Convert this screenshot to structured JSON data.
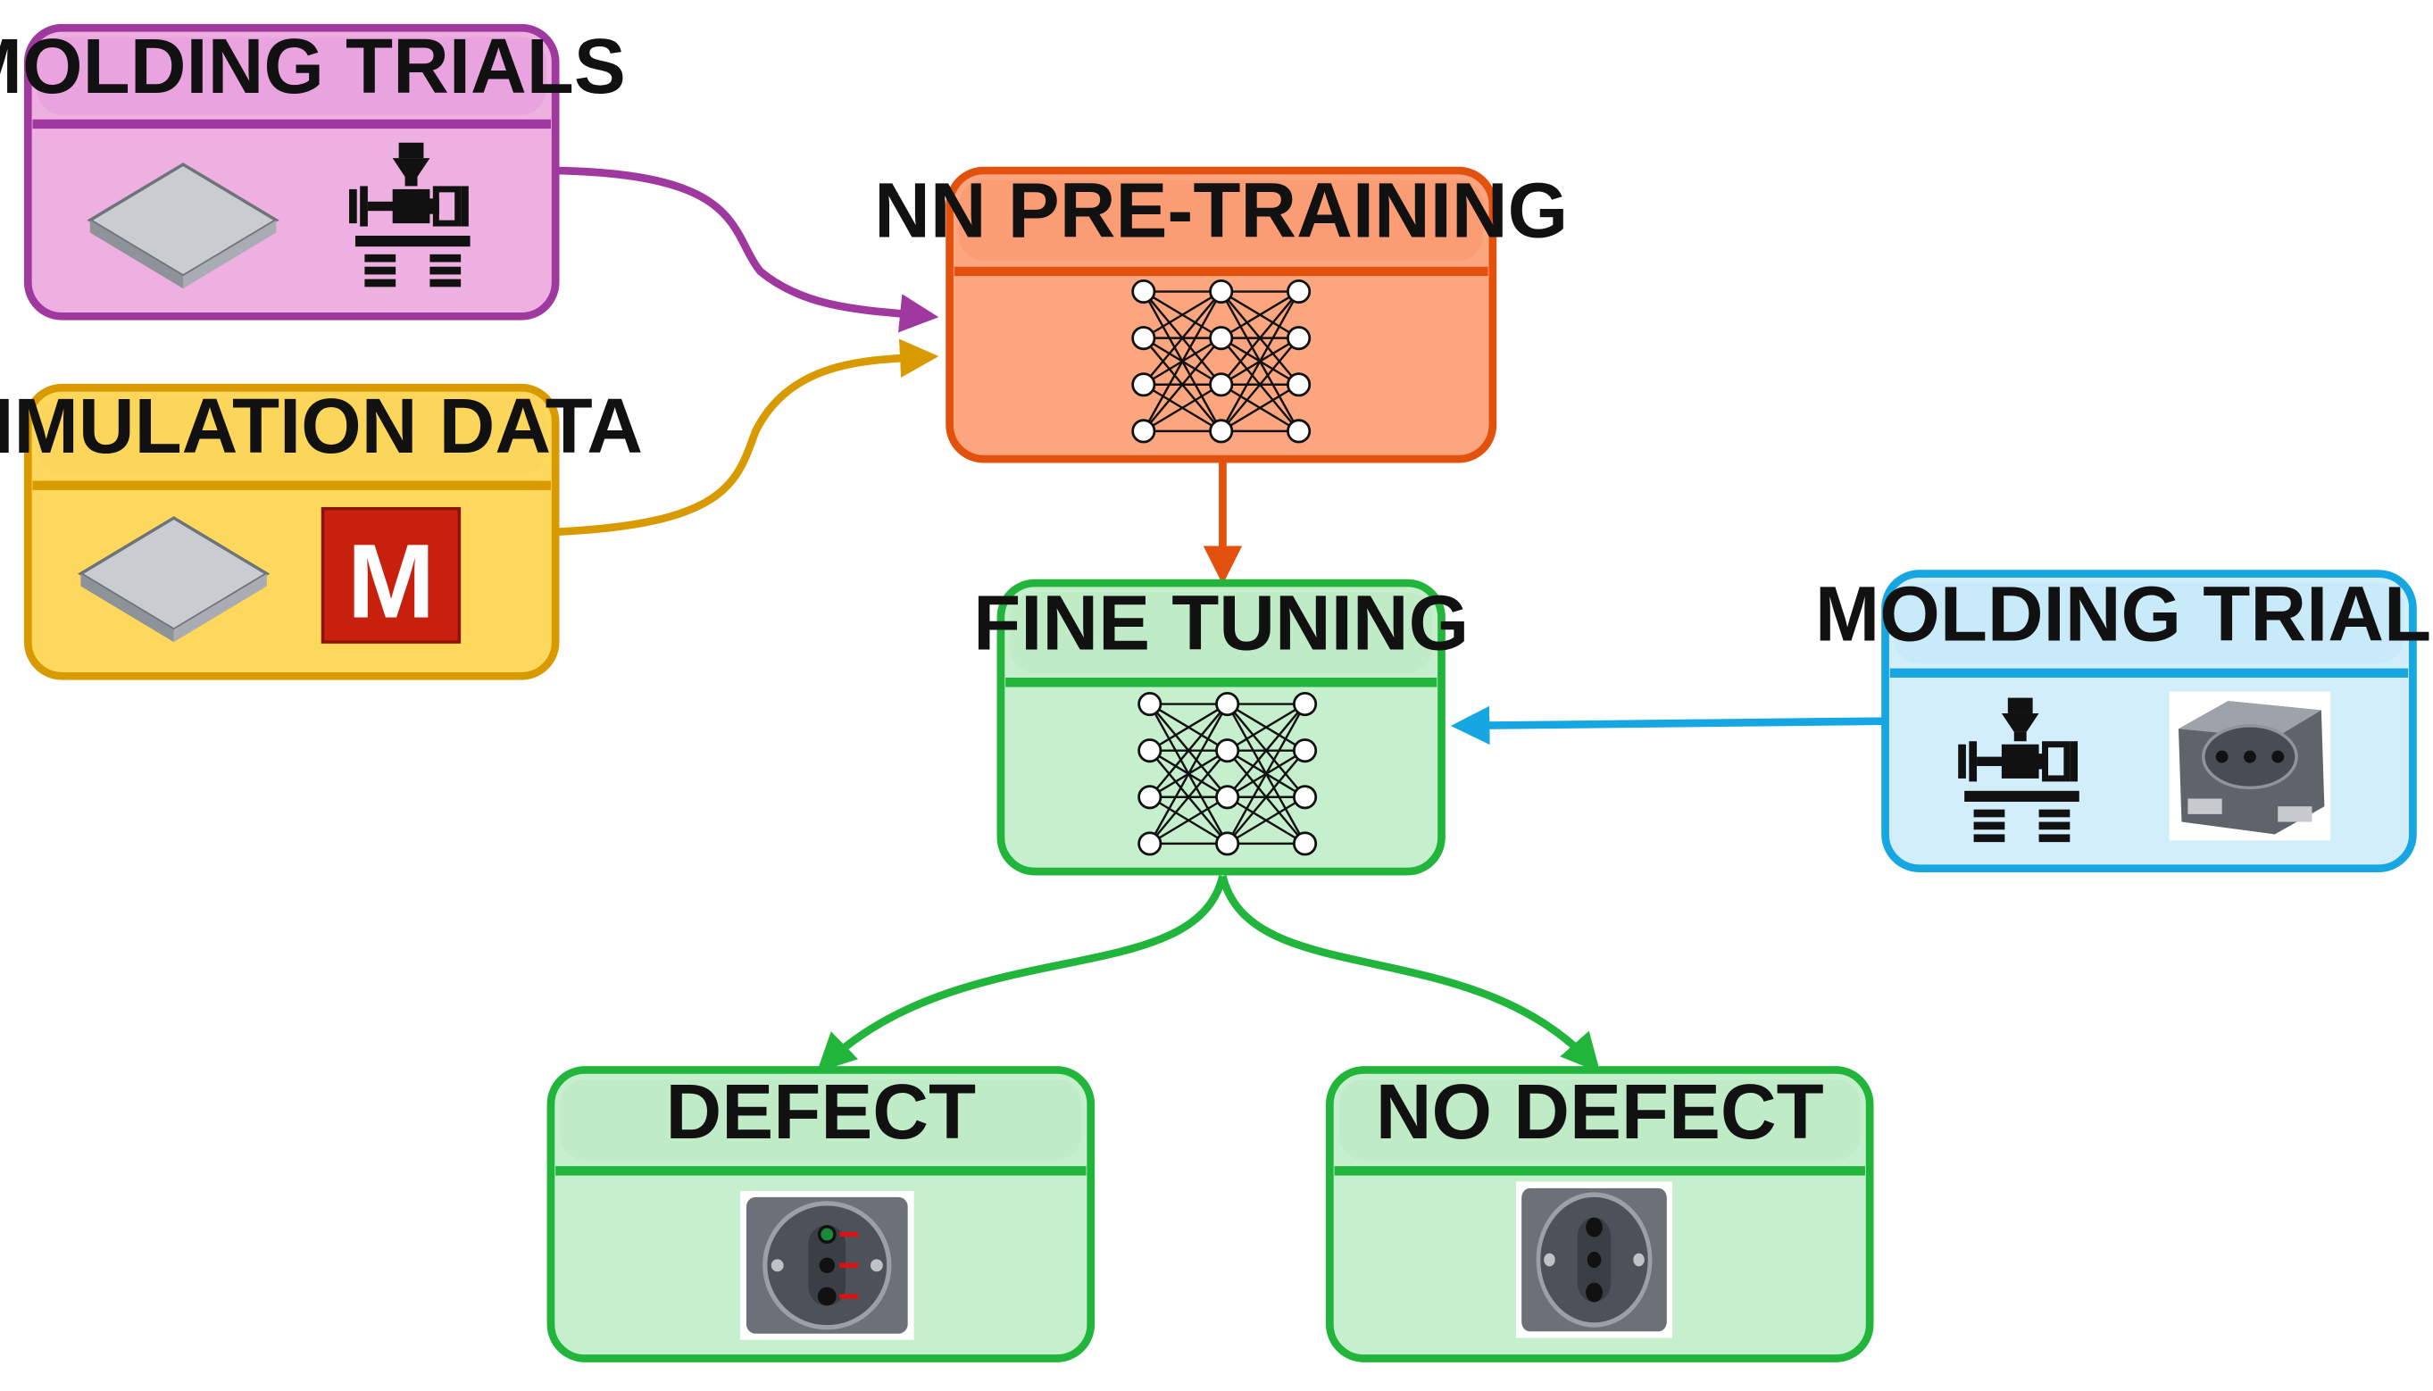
{
  "nodes": {
    "molding_trials_a": {
      "title": "MOLDING TRIALS",
      "icons": [
        "frame-part-icon",
        "injection-machine-icon"
      ]
    },
    "simulation_data": {
      "title": "SIMULATION DATA",
      "icons": [
        "frame-part-icon",
        "moldflow-logo-icon"
      ],
      "logo_letter": "M"
    },
    "nn_pretraining": {
      "title": "NN PRE-TRAINING",
      "icons": [
        "neural-network-icon"
      ]
    },
    "fine_tuning": {
      "title": "FINE TUNING",
      "icons": [
        "neural-network-icon"
      ]
    },
    "molding_trials_b": {
      "title": "MOLDING TRIALS",
      "icons": [
        "injection-machine-icon",
        "socket-part-icon"
      ]
    },
    "defect": {
      "title": "DEFECT",
      "icons": [
        "socket-defect-icon"
      ]
    },
    "no_defect": {
      "title": "NO DEFECT",
      "icons": [
        "socket-ok-icon"
      ]
    }
  },
  "colors": {
    "purple": "#a0399f",
    "purple_fill": "#eeb0e1",
    "purple_header": "#e9a3df",
    "gold": "#d99a00",
    "gold_fill": "#fdd85c",
    "gold_header": "#fbd65a",
    "orange": "#e2520e",
    "orange_fill": "#fca680",
    "orange_header": "#fb9d74",
    "green": "#21b53c",
    "green_fill": "#c6efcd",
    "green_header": "#bfecc6",
    "blue": "#16a6e2",
    "blue_fill": "#d2eefb",
    "blue_header": "#c8eaf9"
  },
  "edges": [
    {
      "from": "molding_trials_a",
      "to": "nn_pretraining"
    },
    {
      "from": "simulation_data",
      "to": "nn_pretraining"
    },
    {
      "from": "nn_pretraining",
      "to": "fine_tuning"
    },
    {
      "from": "molding_trials_b",
      "to": "fine_tuning"
    },
    {
      "from": "fine_tuning",
      "to": "defect"
    },
    {
      "from": "fine_tuning",
      "to": "no_defect"
    }
  ]
}
